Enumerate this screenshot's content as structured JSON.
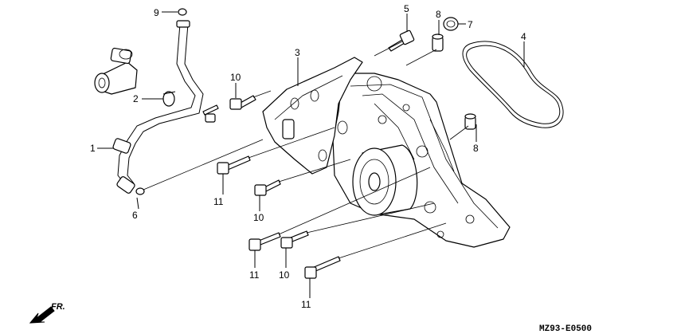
{
  "diagram": {
    "code": "MZ93-E0500",
    "direction_label": "FR.",
    "callouts": [
      {
        "id": "c9",
        "label": "9"
      },
      {
        "id": "c5",
        "label": "5"
      },
      {
        "id": "c8a",
        "label": "8"
      },
      {
        "id": "c7",
        "label": "7"
      },
      {
        "id": "c4",
        "label": "4"
      },
      {
        "id": "c3",
        "label": "3"
      },
      {
        "id": "c10a",
        "label": "10"
      },
      {
        "id": "c2",
        "label": "2"
      },
      {
        "id": "c1",
        "label": "1"
      },
      {
        "id": "c8b",
        "label": "8"
      },
      {
        "id": "c6",
        "label": "6"
      },
      {
        "id": "c11a",
        "label": "11"
      },
      {
        "id": "c10b",
        "label": "10"
      },
      {
        "id": "c11b",
        "label": "11"
      },
      {
        "id": "c10c",
        "label": "10"
      },
      {
        "id": "c11c",
        "label": "11"
      }
    ]
  }
}
